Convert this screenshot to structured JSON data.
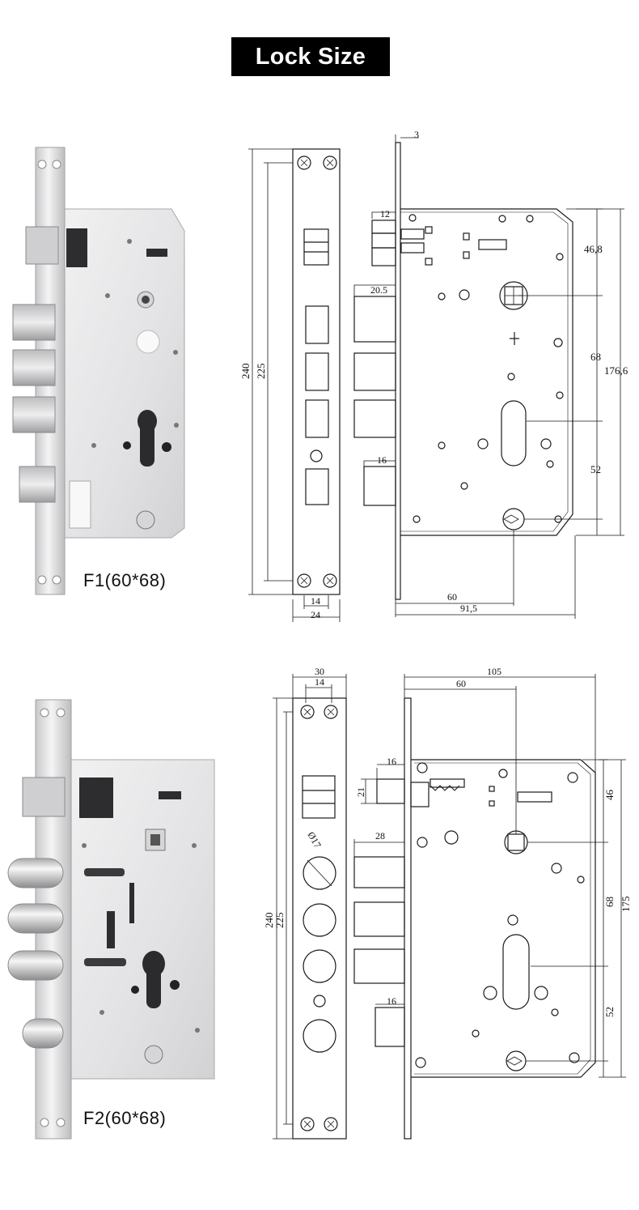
{
  "page": {
    "title": "Lock Size"
  },
  "colors": {
    "title_bg": "#000000",
    "title_fg": "#ffffff",
    "line": "#1a1a1a",
    "steel_light": "#e9e9ea",
    "steel_dark": "#9a9a9c"
  },
  "models": [
    {
      "label": "F1(60*68)",
      "dims": {
        "faceplate_thickness": "3",
        "latch_projection": "12",
        "bolt_projection": "20.5",
        "deadbolt_projection": "16",
        "height_outer": "240",
        "height_inner": "225",
        "width_inner": "14",
        "width_outer": "24",
        "top_to_spindle": "46,8",
        "spindle_to_cylinder": "68",
        "cylinder_to_bottom": "52",
        "body_height": "176,6",
        "backset": "60",
        "body_depth": "91,5"
      }
    },
    {
      "label": "F2(60*68)",
      "dims": {
        "width_outer": "30",
        "width_inner": "14",
        "body_depth": "105",
        "backset": "60",
        "latch_projection": "16",
        "latch_height": "21",
        "bolt_diameter": "Ø17",
        "bolt_projection": "28",
        "deadbolt_projection": "16",
        "height_outer": "240",
        "height_inner": "225",
        "top_to_spindle": "46",
        "spindle_to_cylinder": "68",
        "cylinder_to_bottom": "52",
        "body_height": "175"
      }
    }
  ]
}
